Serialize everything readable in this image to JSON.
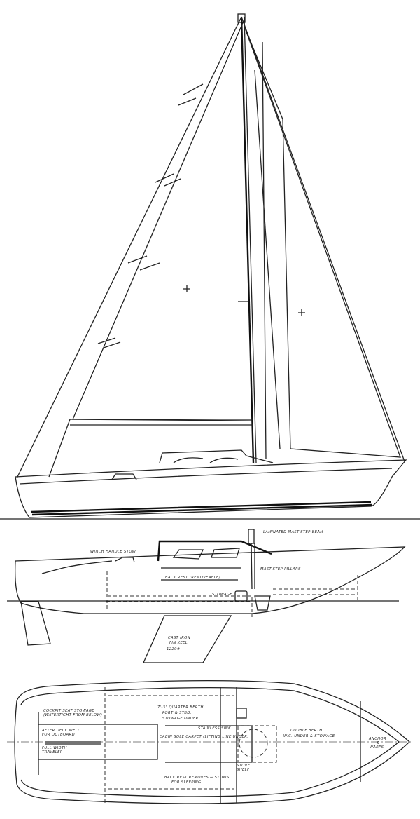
{
  "profile_labels": {
    "winch_handle": "WINCH HANDLE STOW.",
    "mast_step_beam": "LAMINATED MAST-STEP BEAM",
    "mast_step_pillars": "MAST-STEP PILLARS",
    "back_rest": "BACK REST (REMOVEABLE)",
    "stowage": "STOWAGE",
    "keel_1": "CAST IRON",
    "keel_2": "FIN KEEL",
    "keel_3": "1220#"
  },
  "plan_labels": {
    "cockpit_1": "COCKPIT SEAT STOWAGE",
    "cockpit_2": "(WATERTIGHT FROM BELOW)",
    "well_1": "AFTER DECK WELL",
    "well_2": "FOR OUTBOARD",
    "traveler_1": "FULL WIDTH",
    "traveler_2": "TRAVELER",
    "quarter_1": "7'-3\" QUARTER BERTH",
    "quarter_2": "PORT & STBD.",
    "quarter_3": "STOWAGE UNDER",
    "sink": "STAINLESS SINK",
    "sole": "CABIN SOLE CARPET (LIFTING LINE UNDER)",
    "stove_1": "STOVE",
    "stove_2": "SHELF",
    "backrest_1": "BACK REST REMOVES & STOWS",
    "backrest_2": "FOR SLEEPING",
    "double_1": "DOUBLE BERTH",
    "double_2": "W.C. UNDER & STOWAGE",
    "anchor_1": "ANCHOR",
    "anchor_2": "&",
    "anchor_3": "WARPS"
  }
}
